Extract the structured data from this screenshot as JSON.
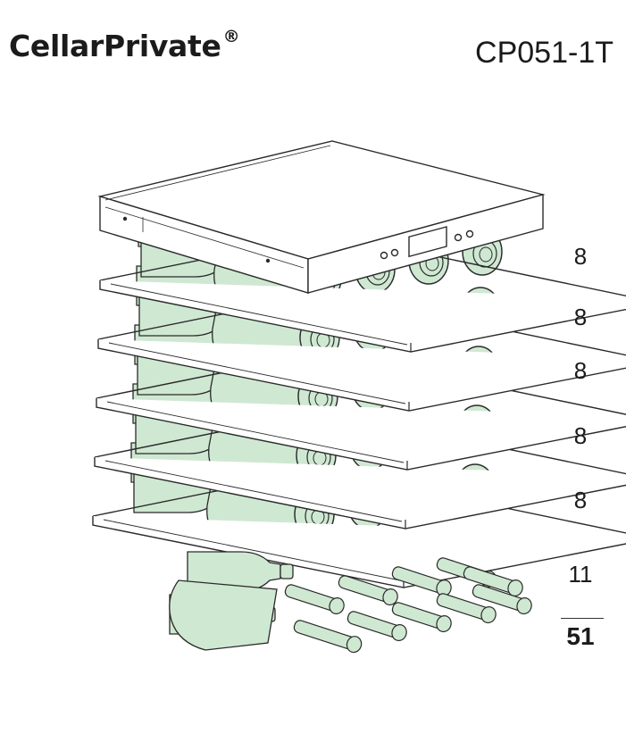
{
  "header": {
    "brand": "CellarPrivate",
    "brand_mark": "®",
    "model": "CP051-1T"
  },
  "shelf_counts": [
    "8",
    "8",
    "8",
    "8",
    "8",
    "11"
  ],
  "total": "51",
  "colors": {
    "bottle_fill": "#cfe8d2",
    "line": "#2a2a2a",
    "cabinet_fill": "#ffffff"
  }
}
